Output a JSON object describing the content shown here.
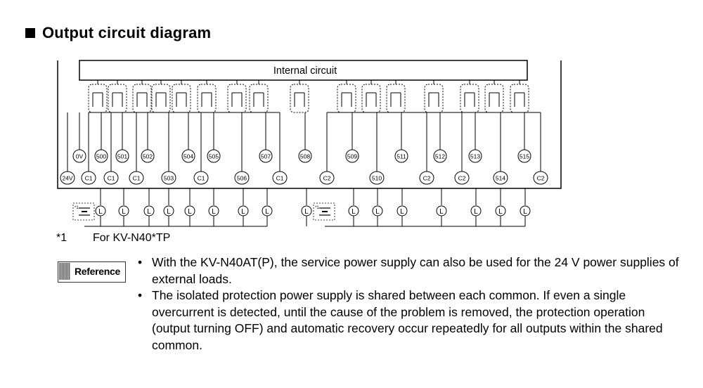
{
  "heading": {
    "title": "Output circuit diagram"
  },
  "diagram": {
    "internal_label": "Internal circuit",
    "top_left_terminals": [
      "0V"
    ],
    "bottom_left_terminals": [
      "24V"
    ],
    "terminals_top": [
      "500",
      "501",
      "502",
      "504",
      "505",
      "507",
      "508",
      "509",
      "511",
      "512",
      "513",
      "515"
    ],
    "terminals_bottom": [
      "C1",
      "C1",
      "C1",
      "503",
      "C1",
      "506",
      "C1",
      "C2",
      "510",
      "C2",
      "C2",
      "514",
      "C2"
    ],
    "load_label": "L",
    "supply_footnote": "*1"
  },
  "footnote": {
    "mark": "*1",
    "text": "For KV-N40*TP"
  },
  "reference": {
    "label": "Reference"
  },
  "bullets": [
    {
      "dot": "•",
      "text": "With the KV-N40AT(P), the service power supply can also be used for the 24 V power supplies of external loads."
    },
    {
      "dot": "•",
      "text": "The isolated protection power supply is shared between each common. If even a single overcurrent is detected, until the cause of the problem is removed, the protection operation (output turning OFF) and automatic recovery occur repeatedly for all outputs within the shared common."
    }
  ]
}
